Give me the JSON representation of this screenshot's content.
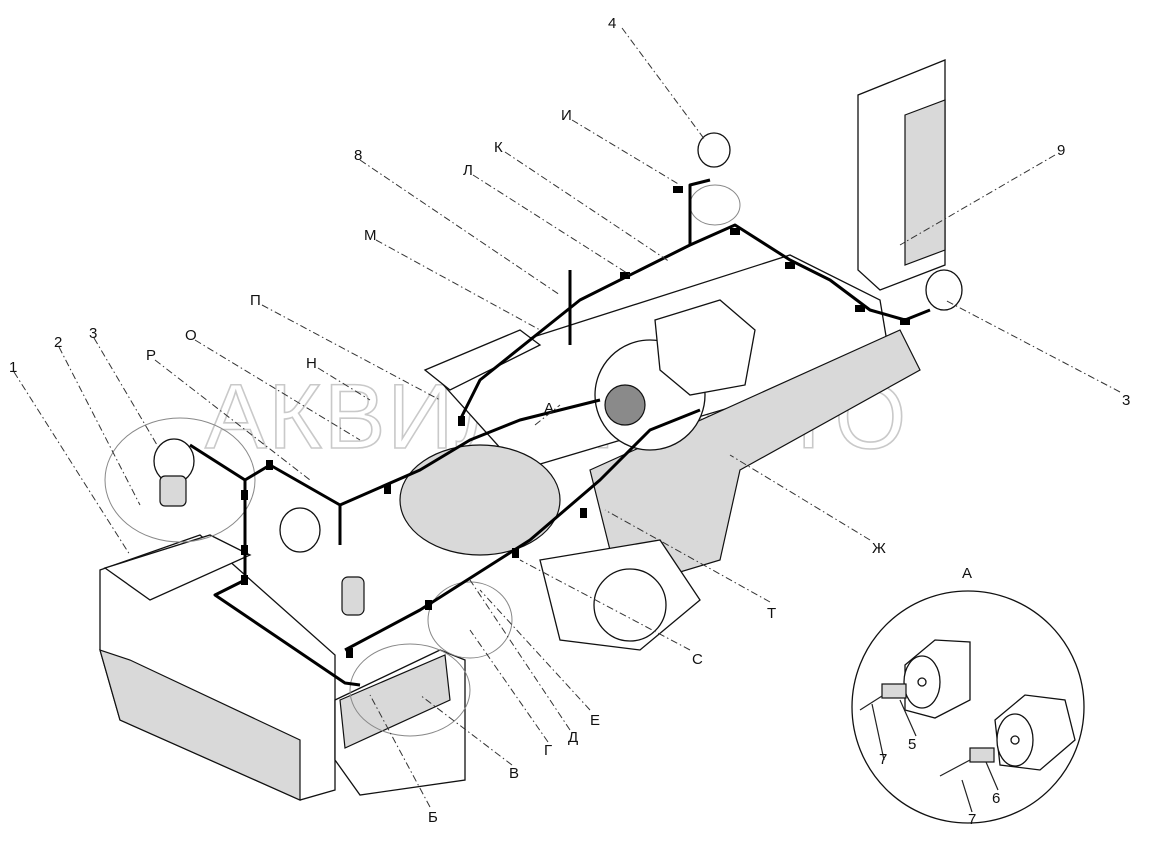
{
  "watermark": "АКВИЛОНАВТО",
  "labels": {
    "n1": "1",
    "n2": "2",
    "n3_left": "3",
    "n3_right": "3",
    "n4": "4",
    "n5": "5",
    "n6": "6",
    "n7_a": "7",
    "n7_b": "7",
    "n8": "8",
    "n9": "9",
    "A_inset": "A",
    "A_main": "A",
    "B": "Б",
    "V": "В",
    "G": "Г",
    "D": "Д",
    "E": "Е",
    "Zh": "Ж",
    "I": "И",
    "K": "К",
    "L": "Л",
    "M": "М",
    "N": "Н",
    "O": "О",
    "P": "П",
    "R": "Р",
    "S": "С",
    "T": "Т"
  }
}
